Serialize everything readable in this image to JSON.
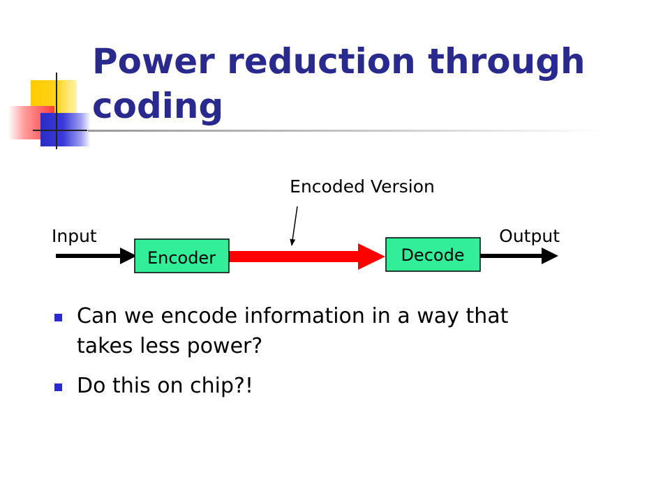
{
  "slide": {
    "title": "Power reduction through coding"
  },
  "diagram": {
    "input_label": "Input",
    "output_label": "Output",
    "encoder_label": "Encoder",
    "decoder_label": "Decode",
    "encoded_label": "Encoded Version",
    "colors": {
      "box_fill": "#33ee99",
      "channel_arrow": "#ff0000",
      "arrow": "#000000"
    }
  },
  "bullets": [
    {
      "text": "Can we encode information in a way that takes less power?"
    },
    {
      "text": "Do this on chip?!"
    }
  ],
  "colors": {
    "title": "#2a2a8e",
    "bullet": "#2a2ad0"
  }
}
